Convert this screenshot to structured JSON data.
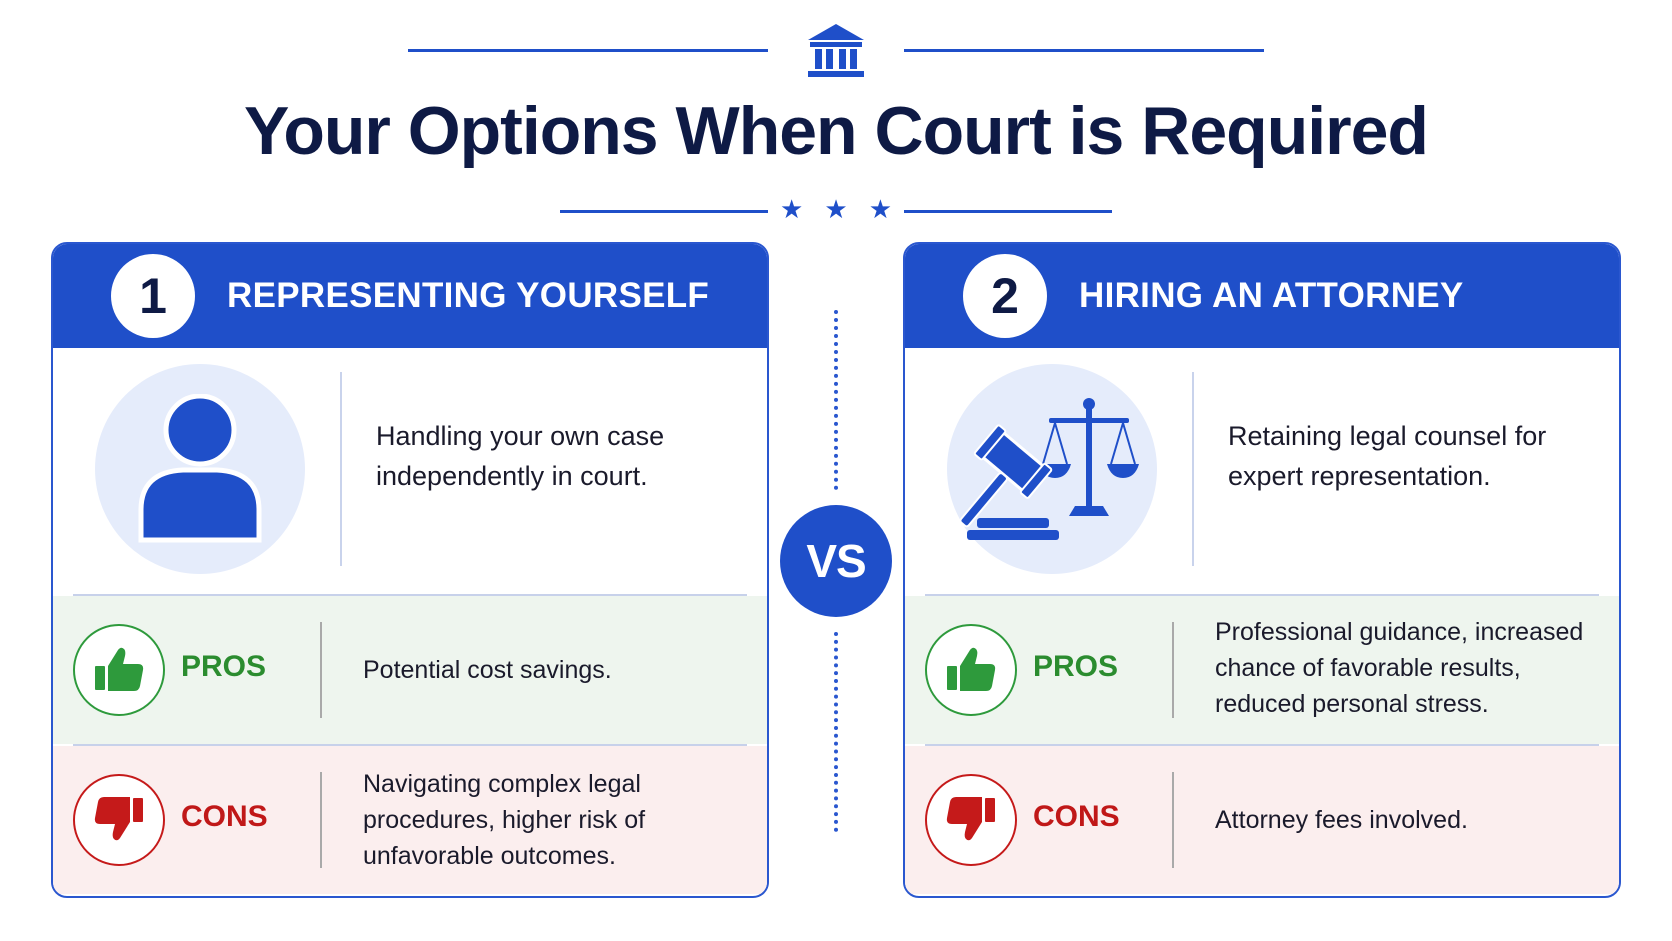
{
  "header": {
    "title": "Your Options When Court is Required",
    "icon": "courthouse-icon",
    "stars": [
      "★",
      "★",
      "★"
    ]
  },
  "vs_label": "VS",
  "options": [
    {
      "number": "1",
      "title": "REPRESENTING YOURSELF",
      "icon": "person-icon",
      "description": "Handling your own case independently in court.",
      "pros_label": "PROS",
      "pros_text": "Potential cost savings.",
      "cons_label": "CONS",
      "cons_text": "Navigating complex legal procedures, higher risk of unfavorable outcomes."
    },
    {
      "number": "2",
      "title": "HIRING AN ATTORNEY",
      "icon": "scales-gavel-icon",
      "description": "Retaining legal counsel for expert representation.",
      "pros_label": "PROS",
      "pros_text": "Professional guidance, increased chance of favorable results, reduced personal stress.",
      "cons_label": "CONS",
      "cons_text": "Attorney fees involved."
    }
  ],
  "colors": {
    "primary_blue": "#1f4fc9",
    "title_navy": "#0e1a45",
    "pros_green": "#2e9a3c",
    "cons_red": "#c51a1a",
    "pros_bg": "#eef5ee",
    "cons_bg": "#fbeeee"
  }
}
